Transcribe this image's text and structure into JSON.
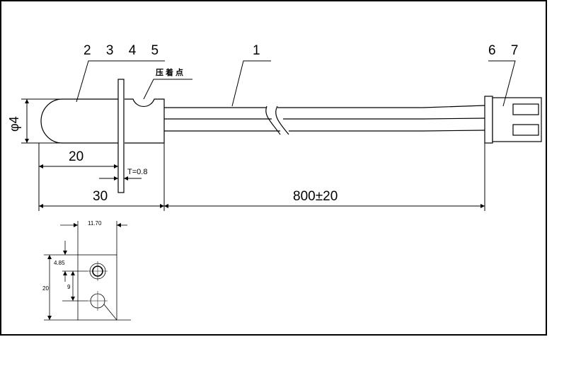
{
  "callouts": {
    "probe_parts": "2 3 4 5",
    "cable_part": "1",
    "connector_parts": "6 7",
    "crimp_point": "压着点"
  },
  "dimensions": {
    "diameter": "φ4",
    "probe_length": "20",
    "thickness": "T=0.8",
    "head_length": "30",
    "cable_length": "800±20"
  },
  "detail": {
    "width": "11.70",
    "hole_offset": "4.85",
    "height": "20",
    "hole_spacing": "9"
  }
}
